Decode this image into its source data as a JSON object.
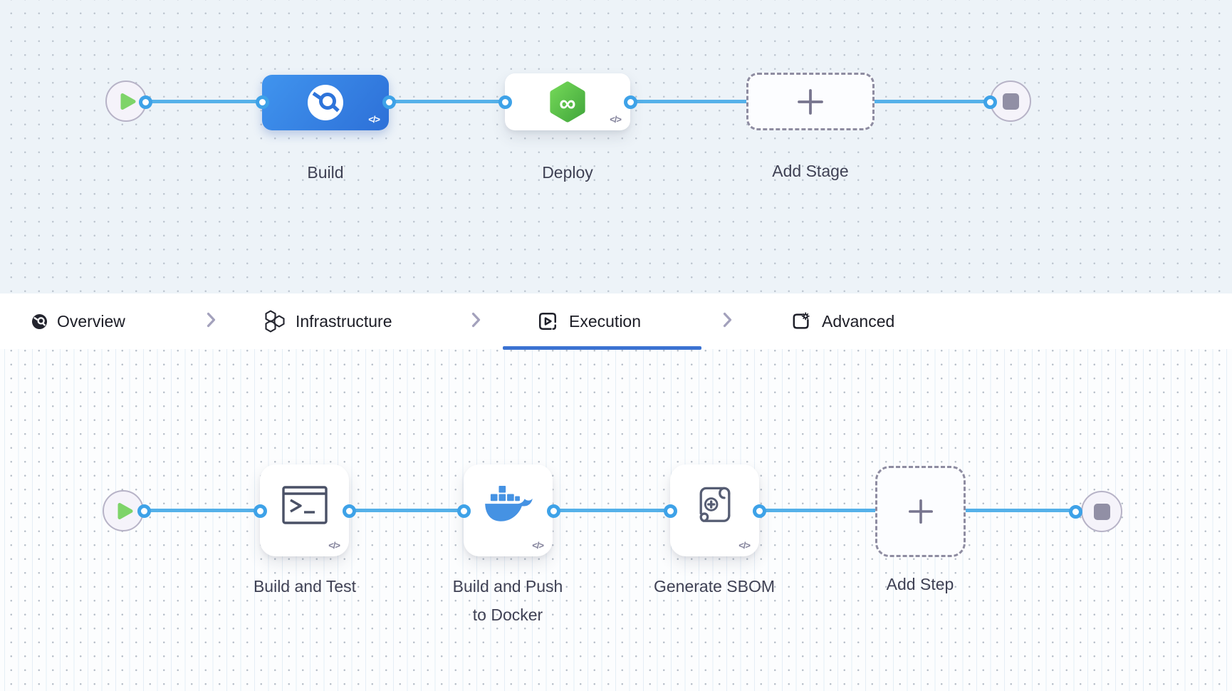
{
  "colors": {
    "line_blue": "#55b1e9",
    "dot_ring_blue": "#3ea2e8",
    "underline_blue": "#3b72d2",
    "build_gradient_from": "#4094ee",
    "build_gradient_to": "#2d70d8",
    "deploy_green_from": "#72d657",
    "deploy_green_to": "#44a93d",
    "docker_blue": "#4592e3",
    "play_green": "#7ed469",
    "canvas_top_bg": "#edf3f8",
    "canvas_bottom_bg": "#fcfdfe",
    "label_color": "#3f4154",
    "tab_text_color": "#1c1d26"
  },
  "stage_pipeline": {
    "start_icon": "play-icon",
    "end_icon": "stop-icon",
    "stages": [
      {
        "label": "Build",
        "icon": "ci-build-icon",
        "code_badge": "</>"
      },
      {
        "label": "Deploy",
        "icon": "cd-deploy-icon",
        "code_badge": "</>"
      },
      {
        "label": "Add Stage",
        "icon": "plus-icon"
      }
    ]
  },
  "tab_bar": {
    "separator_icon": "chevron-right-icon",
    "tabs": [
      {
        "label": "Overview",
        "icon": "overview-icon",
        "active": false
      },
      {
        "label": "Infrastructure",
        "icon": "infrastructure-icon",
        "active": false
      },
      {
        "label": "Execution",
        "icon": "execution-icon",
        "active": true
      },
      {
        "label": "Advanced",
        "icon": "advanced-icon",
        "active": false
      }
    ]
  },
  "step_pipeline": {
    "start_icon": "play-icon",
    "end_icon": "stop-icon",
    "steps": [
      {
        "label": "Build and Test",
        "icon": "terminal-icon",
        "code_badge": "</>"
      },
      {
        "label": "Build and Push to Docker",
        "icon": "docker-icon",
        "code_badge": "</>"
      },
      {
        "label": "Generate SBOM",
        "icon": "scroll-plus-icon",
        "code_badge": "</>"
      },
      {
        "label": "Add Step",
        "icon": "plus-icon"
      }
    ]
  }
}
